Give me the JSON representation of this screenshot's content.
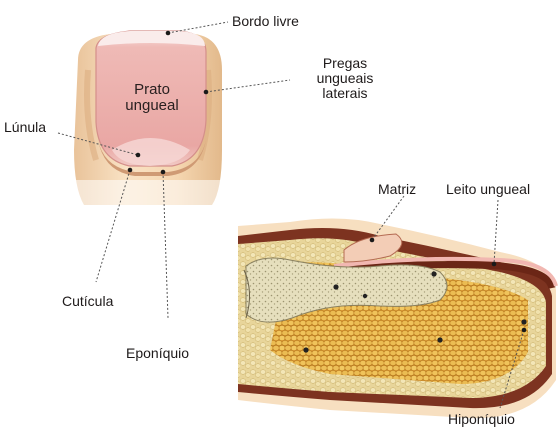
{
  "figure": {
    "labels": {
      "bordo_livre": "Bordo livre",
      "prato_ungueal_1": "Prato",
      "prato_ungueal_2": "ungueal",
      "pregas_1": "Pregas",
      "pregas_2": "ungueais",
      "pregas_3": "laterais",
      "lunula": "Lúnula",
      "cuticula": "Cutícula",
      "eponiquio": "Eponíquio",
      "matriz": "Matriz",
      "leito_ungueal": "Leito ungueal",
      "hiponiquio": "Hiponíquio"
    },
    "colors": {
      "skin": "#f6dcb8",
      "skin_shadow": "#e6bf93",
      "nail_plate": "#ecadab",
      "nail_tip": "#f7dede",
      "lunula": "#f8e0e0",
      "bone": "#e9e3c2",
      "fat": "#e0b24a",
      "dermis": "#7a2f1e",
      "leader": "#555555"
    }
  }
}
